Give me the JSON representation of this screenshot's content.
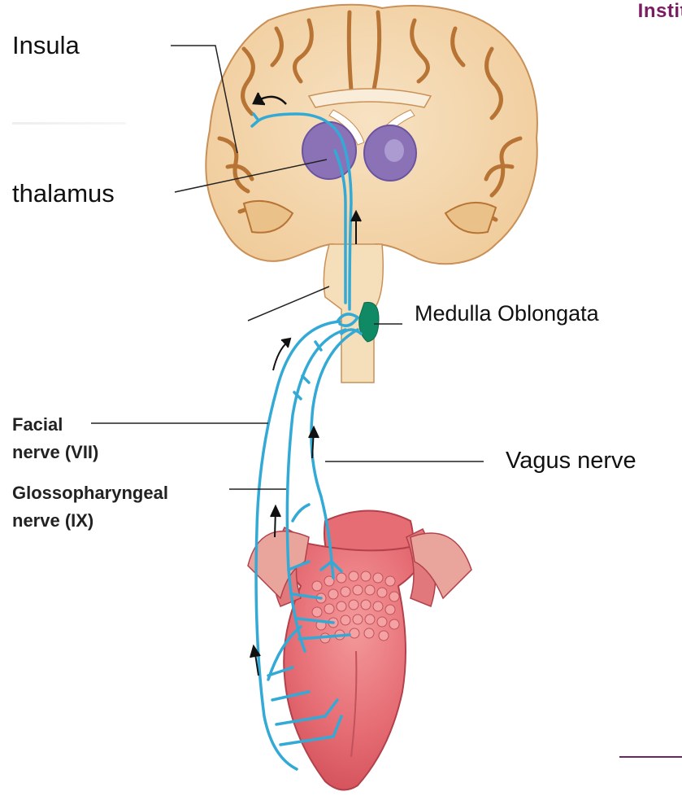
{
  "header": {
    "institute_text": "Instit"
  },
  "labels": {
    "insula": "Insula",
    "thalamus": "thalamus",
    "medulla": "Medulla Oblongata",
    "facial_line1": "Facial",
    "facial_line2": "nerve (VII)",
    "glosso_line1": "Glossopharyngeal",
    "glosso_line2": "nerve (IX)",
    "vagus": "Vagus nerve"
  },
  "colors": {
    "nerve": "#33aad6",
    "brain_tissue": "#f1d4aa",
    "brain_sulci": "#b87434",
    "thalamus": "#8b72b7",
    "medulla_nucleus": "#0f8a64",
    "tongue": "#e2656d",
    "tongue_light": "#f08a8e",
    "brand": "#7a1c63"
  },
  "icons": [
    "arrow-up-icon",
    "curved-arrow-icon"
  ]
}
